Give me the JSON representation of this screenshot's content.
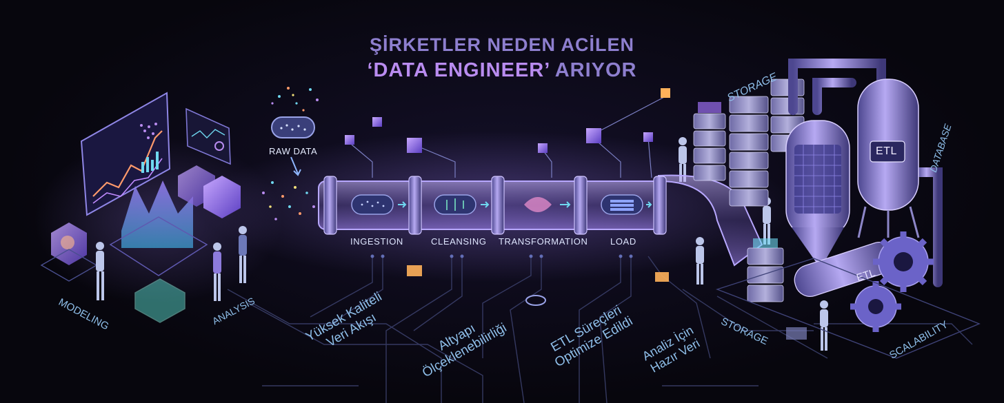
{
  "title": {
    "line1": "ŞİRKETLER NEDEN ACİLEN",
    "line2_quote": "‘DATA ENGINEER’",
    "line2_rest": "ARIYOR"
  },
  "input_label": "RAW DATA",
  "pipeline_stages": [
    "INGESTION",
    "CLEANSING",
    "TRANSFORMATION",
    "LOAD"
  ],
  "left_labels": {
    "modeling": "MODELING",
    "analysis": "ANALYSIS"
  },
  "right_labels": {
    "storage_top": "STORAGE",
    "database": "DATABASE",
    "storage_bottom": "STORAGE",
    "scalability": "SCALABILITY",
    "etl_tank": "ETL",
    "etl_pipe": "ETL"
  },
  "benefits": [
    [
      "Yüksek Kaliteli",
      "Veri Akışı"
    ],
    [
      "Altyapı",
      "Ölçeklenebilirliği"
    ],
    [
      "ETL Süreçleri",
      "Optimize Edildi"
    ],
    [
      "Analiz İçin",
      "Hazır Veri"
    ]
  ],
  "colors": {
    "background": "#07060d",
    "accent_purple": "#9b7df0",
    "accent_cyan": "#6fd8f0",
    "label_blue": "#9fc6ee",
    "pipe_glow": "#a98cff"
  }
}
